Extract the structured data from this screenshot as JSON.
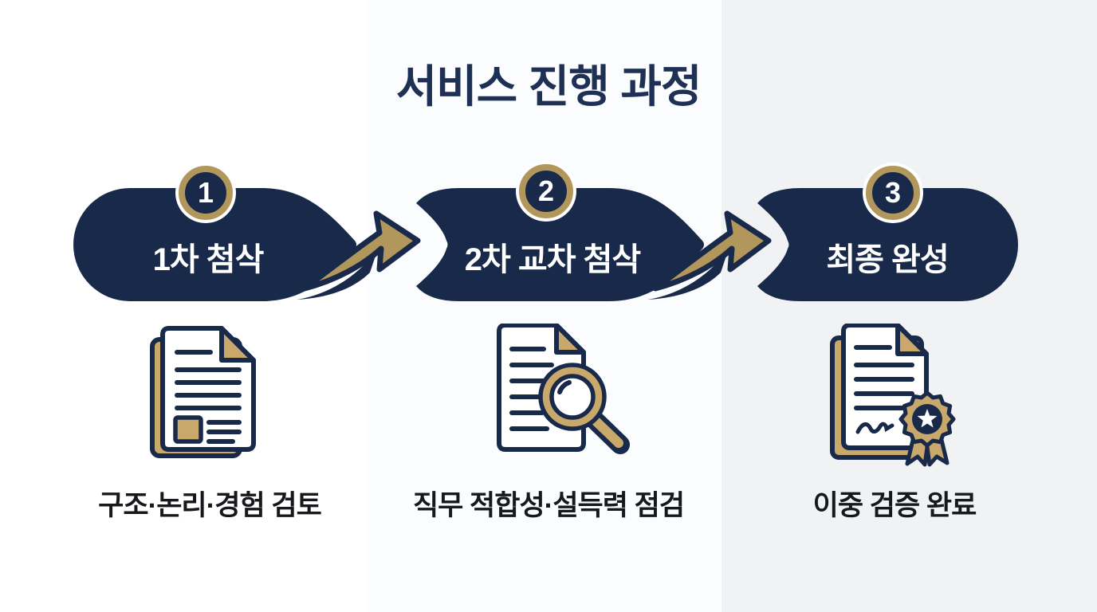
{
  "title": "서비스 진행 과정",
  "colors": {
    "navy": "#18294a",
    "gold": "#b2975c",
    "tan": "#c9a96b",
    "title": "#1f3055",
    "caption": "#17181c",
    "bg_band1": "#ffffff",
    "bg_band2": "#fbfcfd",
    "bg_band3": "#f1f2f3"
  },
  "steps": [
    {
      "number": "1",
      "label": "1차 첨삭",
      "caption": "구조·논리·경험 검토",
      "icon": "document-review-icon"
    },
    {
      "number": "2",
      "label": "2차 교차 첨삭",
      "caption": "직무 적합성·설득력 점검",
      "icon": "document-magnifier-icon"
    },
    {
      "number": "3",
      "label": "최종 완성",
      "caption": "이중 검증 완료",
      "icon": "certificate-seal-icon"
    }
  ],
  "connectors": [
    {
      "icon": "swoosh-arrow-icon"
    },
    {
      "icon": "swoosh-arrow-icon"
    }
  ]
}
